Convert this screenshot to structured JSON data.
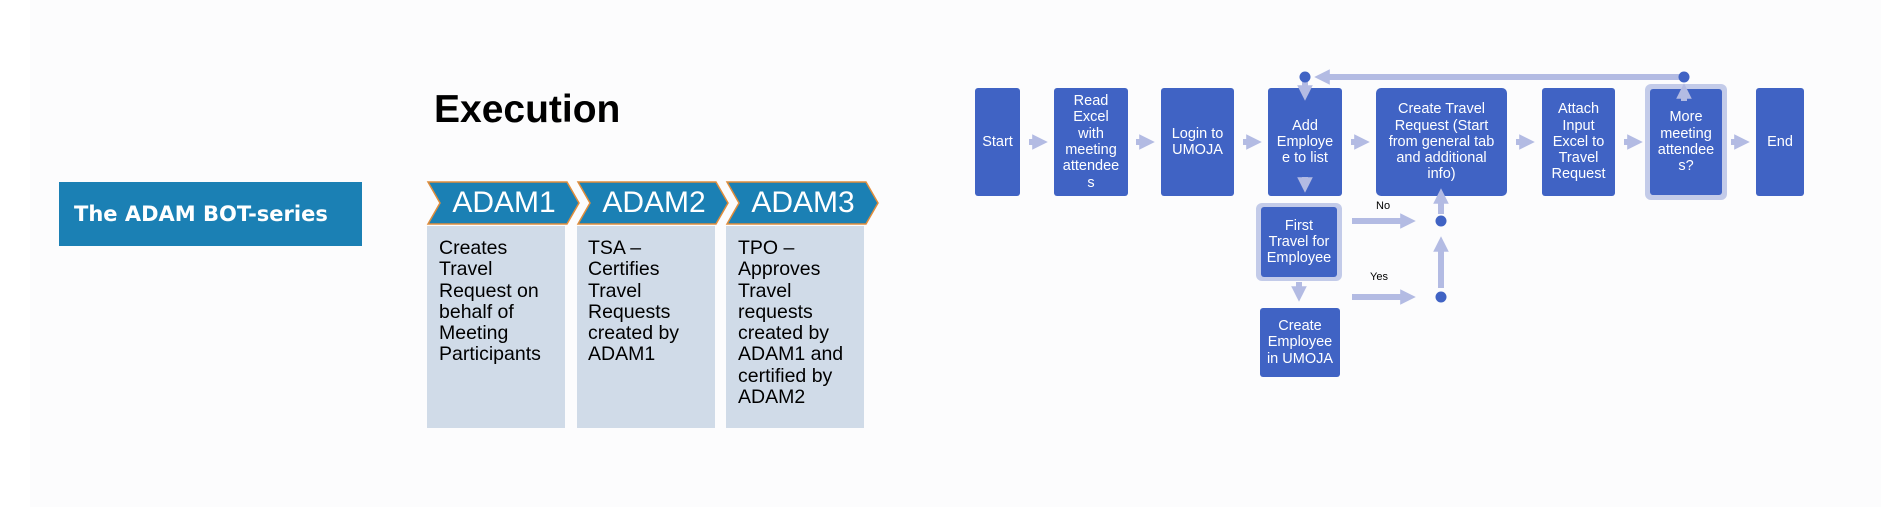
{
  "banner": {
    "label": "The ADAM BOT-series"
  },
  "execution": {
    "title": "Execution"
  },
  "adam_columns": [
    {
      "name": "ADAM1",
      "description": "Creates\nTravel\nRequest on\nbehalf of\nMeeting\nParticipants"
    },
    {
      "name": "ADAM2",
      "description": "TSA –\nCertifies\nTravel\nRequests\ncreated by\nADAM1"
    },
    {
      "name": "ADAM3",
      "description": "TPO –\nApproves\nTravel\nrequests\ncreated by\nADAM1 and\ncertified by\nADAM2"
    }
  ],
  "flow": {
    "nodes": [
      {
        "id": "start",
        "label": "Start"
      },
      {
        "id": "read",
        "label": "Read\nExcel\nwith\nmeeting\nattendee\ns"
      },
      {
        "id": "login",
        "label": "Login to\nUMOJA"
      },
      {
        "id": "add",
        "label": "Add\nEmploye\ne to list"
      },
      {
        "id": "create_tr",
        "label": "Create Travel\nRequest (Start\nfrom general tab\nand additional\ninfo)"
      },
      {
        "id": "attach",
        "label": "Attach\nInput\nExcel to\nTravel\nRequest"
      },
      {
        "id": "more",
        "label": "More\nmeeting\nattendee\ns?"
      },
      {
        "id": "end",
        "label": "End"
      },
      {
        "id": "first",
        "label": "First\nTravel for\nEmployee"
      },
      {
        "id": "create_emp",
        "label": "Create\nEmployee\nin UMOJA"
      }
    ],
    "edge_labels": {
      "no": "No",
      "yes": "Yes"
    }
  },
  "colors": {
    "banner": "#1b80b4",
    "chevron": "#1b80b4",
    "chevron_outline": "#e08d3c",
    "column_fill": "#d0dbe8",
    "node": "#4063c4",
    "highlight": "#c3cbe9",
    "arrow": "#b3bbe3"
  }
}
